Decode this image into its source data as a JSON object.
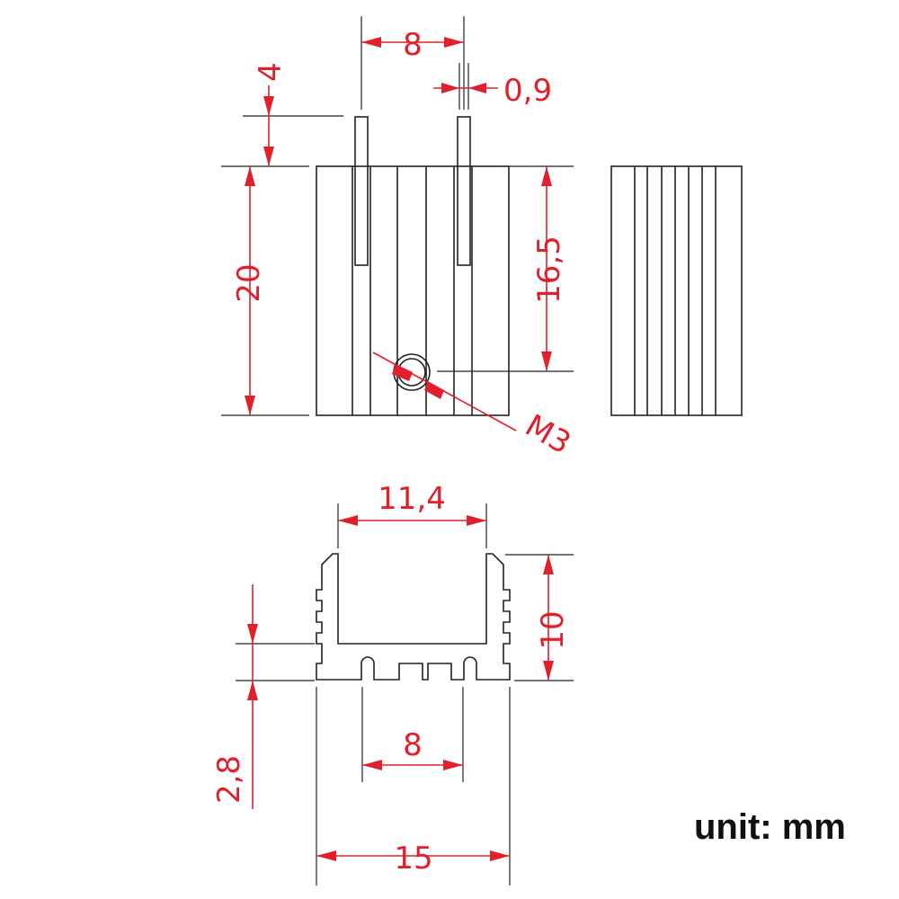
{
  "dimensions": {
    "pin_spacing_top": "8",
    "pin_thickness": "0,9",
    "pin_protrusion": "4",
    "body_height": "20",
    "slot_depth": "16,5",
    "hole_label": "M3",
    "inner_width": "11,4",
    "profile_height": "10",
    "pin_spacing_bottom": "8",
    "base_thickness": "2,8",
    "outer_width": "15"
  },
  "unit_label": "unit: mm",
  "colors": {
    "dimension": "#e0202a",
    "outline": "#222222"
  }
}
